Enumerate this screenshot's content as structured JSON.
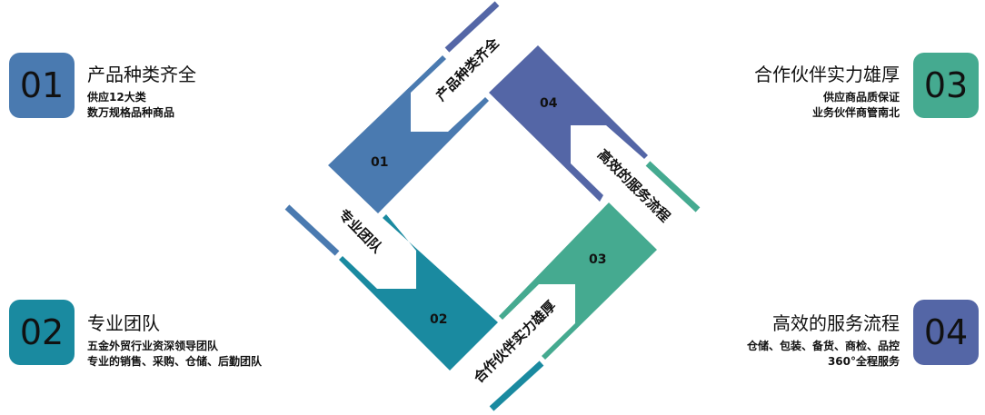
{
  "items": [
    {
      "num": "01",
      "title": "产品种类齐全",
      "lines": [
        "供应12大类",
        "数万规格品种商品"
      ],
      "color": "#4a7ab0"
    },
    {
      "num": "02",
      "title": "专业团队",
      "lines": [
        "五金外贸行业资深领导团队",
        "专业的销售、采购、仓储、后勤团队"
      ],
      "color": "#1a8aa0"
    },
    {
      "num": "03",
      "title": "合作伙伴实力雄厚",
      "lines": [
        "供应商品质保证",
        "业务伙伴商管南北"
      ],
      "color": "#45aa90"
    },
    {
      "num": "04",
      "title": "高效的服务流程",
      "lines": [
        "仓储、包装、备货、商检、品控",
        "360°全程服务"
      ],
      "color": "#5466a6"
    }
  ]
}
